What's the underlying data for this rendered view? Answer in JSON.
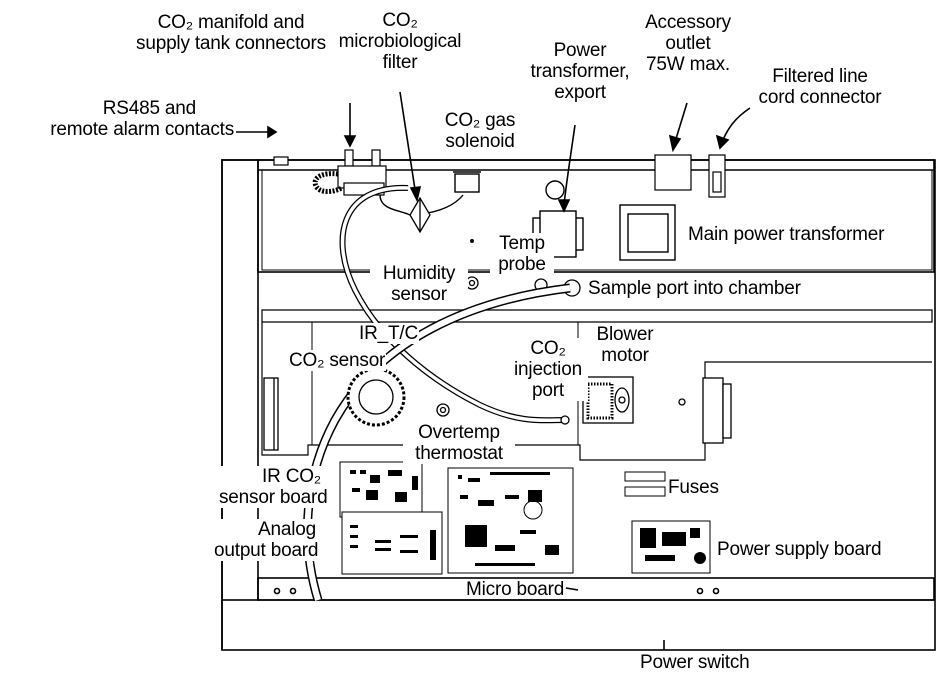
{
  "labels": {
    "co2_manifold": [
      "CO₂ manifold and",
      "supply tank connectors"
    ],
    "co2_filter": [
      "CO₂",
      "microbiological",
      "filter"
    ],
    "co2_solenoid": [
      "CO₂ gas",
      "solenoid"
    ],
    "power_transformer_export": [
      "Power",
      "transformer,",
      "export"
    ],
    "accessory_outlet": [
      "Accessory",
      "outlet",
      "75W max."
    ],
    "filtered_line_cord": [
      "Filtered line",
      "cord connector"
    ],
    "rs485": [
      "RS485 and",
      "remote alarm contacts"
    ],
    "main_power_transformer": "Main power transformer",
    "temp_probe": [
      "Temp",
      "probe"
    ],
    "humidity_sensor": [
      "Humidity",
      "sensor"
    ],
    "sample_port": "Sample port into chamber",
    "ir_tc": "IR_T/C",
    "co2_sensor": "CO₂ sensor",
    "blower_motor": [
      "Blower",
      "motor"
    ],
    "co2_injection_port": [
      "CO₂",
      "injection",
      "port"
    ],
    "overtemp_thermostat": [
      "Overtemp",
      "thermostat"
    ],
    "ir_co2_sensor_board": [
      "IR CO₂",
      "sensor board"
    ],
    "fuses": "Fuses",
    "analog_output_board": [
      "Analog",
      "output board"
    ],
    "power_supply_board": "Power supply board",
    "micro_board": "Micro board",
    "power_switch": "Power switch"
  }
}
